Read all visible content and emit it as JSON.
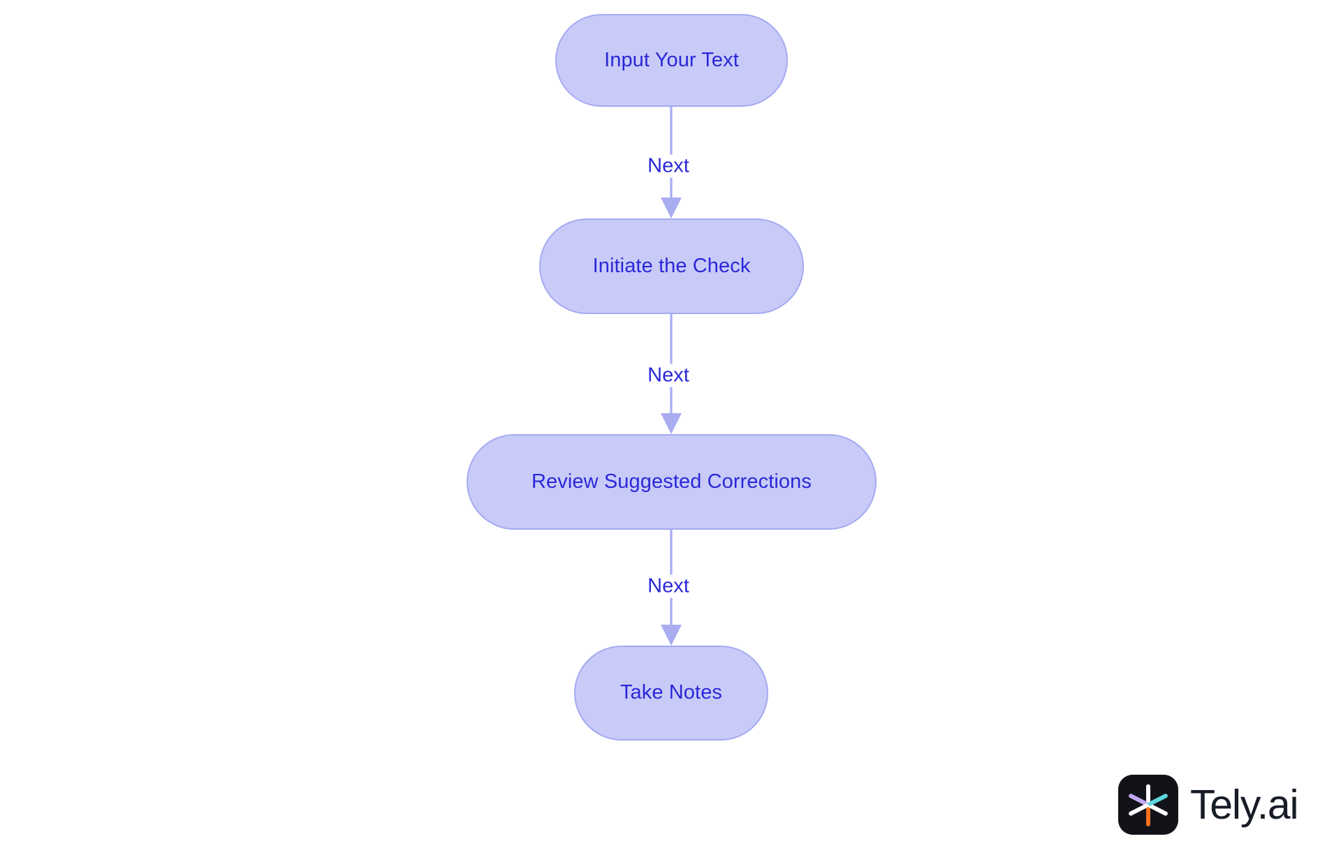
{
  "diagram": {
    "type": "flowchart",
    "orientation": "vertical-top-down",
    "background_color": "#ffffff",
    "node_fill_color": "#c8cbf8",
    "node_border_color": "#a5aaf2",
    "node_text_color": "#2a28d8",
    "edge_color": "#a8acf0",
    "edge_label_color": "#2a28d8",
    "nodes": [
      {
        "id": "n1",
        "label": "Input Your Text"
      },
      {
        "id": "n2",
        "label": "Initiate the Check"
      },
      {
        "id": "n3",
        "label": "Review Suggested Corrections"
      },
      {
        "id": "n4",
        "label": "Take Notes"
      }
    ],
    "edges": [
      {
        "from": "n1",
        "to": "n2",
        "label": "Next"
      },
      {
        "from": "n2",
        "to": "n3",
        "label": "Next"
      },
      {
        "from": "n3",
        "to": "n4",
        "label": "Next"
      }
    ]
  },
  "watermark": {
    "wordmark": "Tely.ai",
    "mark_background_color": "#111318",
    "wordmark_color": "#171c26",
    "mark_stroke_colors": {
      "vertical_top": "#ffffff",
      "vertical_bottom": "#f4701f",
      "diagonal_left": "#c3a8f2",
      "diagonal_right": "#ffffff",
      "diagonal_lower_right": "#5fd8e0",
      "diagonal_lower_left": "#ffffff"
    }
  }
}
